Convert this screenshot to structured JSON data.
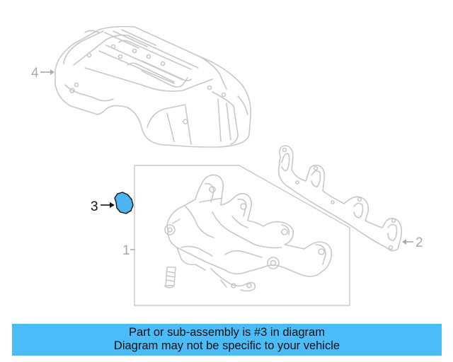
{
  "colors": {
    "highlight_fill": "#4cb4f0",
    "banner_background": "#4bbcf8",
    "part_outline": "#c8c8c8",
    "callout_text_faded": "#aaaaaa",
    "callout_text_active": "#111111"
  },
  "callouts": {
    "part_1": "1",
    "part_2": "2",
    "part_3": "3",
    "part_4": "4"
  },
  "highlighted_callout": "3",
  "banner": {
    "line1": "Part or sub-assembly is #3 in diagram",
    "line2": "Diagram may not be specific to your vehicle"
  }
}
